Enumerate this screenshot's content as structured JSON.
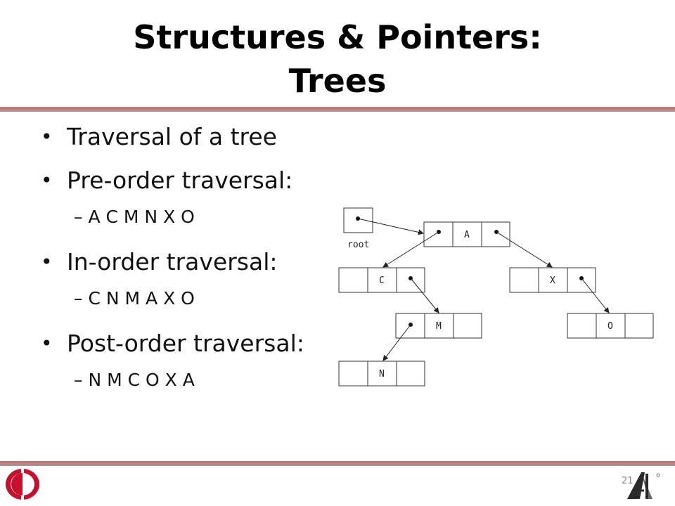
{
  "slide": {
    "title_line1": "Structures & Pointers:",
    "title_line2": "Trees",
    "page_number": "21"
  },
  "bullets": [
    {
      "text": "Traversal of a tree"
    },
    {
      "text": "Pre-order traversal:",
      "sub": "A C M N X O"
    },
    {
      "text": "In-order traversal:",
      "sub": "C N M A X O"
    },
    {
      "text": "Post-order traversal:",
      "sub": "N M C O X A"
    }
  ],
  "diagram": {
    "root_label": "root",
    "nodes": {
      "A": "A",
      "C": "C",
      "X": "X",
      "M": "M",
      "O": "O",
      "N": "N"
    }
  },
  "colors": {
    "rule": "#c07b7b",
    "rule_shadow": "#9c9c9c",
    "logo_red": "#c8102e"
  },
  "icons": {
    "left_logo": "university-logo-icon",
    "right_logo": "ai-logo-icon"
  }
}
